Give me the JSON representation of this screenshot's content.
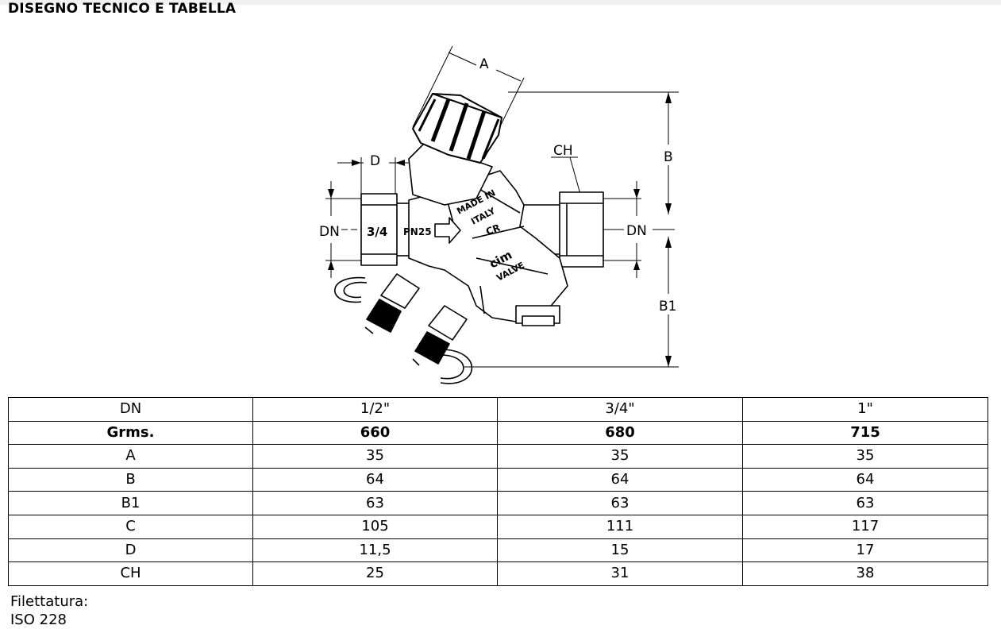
{
  "section_title": "DISEGNO TECNICO E TABELLA",
  "drawing": {
    "labels": {
      "a": "A",
      "b": "B",
      "b1": "B1",
      "d": "D",
      "ch": "CH",
      "dn_left": "DN",
      "dn_right": "DN",
      "size_mark": "3/4",
      "pressure_mark": "PN25",
      "made_in": "MADE IN",
      "italy": "ITALY",
      "logo_cr": "CR",
      "brand_cim": "cim",
      "brand_valve": "VALVE"
    }
  },
  "table": {
    "rows": [
      {
        "label": "DN",
        "values": [
          "1/2\"",
          "3/4\"",
          "1\""
        ],
        "bold": false
      },
      {
        "label": "Grms.",
        "values": [
          "660",
          "680",
          "715"
        ],
        "bold": true
      },
      {
        "label": "A",
        "values": [
          "35",
          "35",
          "35"
        ],
        "bold": false
      },
      {
        "label": "B",
        "values": [
          "64",
          "64",
          "64"
        ],
        "bold": false
      },
      {
        "label": "B1",
        "values": [
          "63",
          "63",
          "63"
        ],
        "bold": false
      },
      {
        "label": "C",
        "values": [
          "105",
          "111",
          "117"
        ],
        "bold": false
      },
      {
        "label": "D",
        "values": [
          "11,5",
          "15",
          "17"
        ],
        "bold": false
      },
      {
        "label": "CH",
        "values": [
          "25",
          "31",
          "38"
        ],
        "bold": false
      }
    ]
  },
  "note": {
    "line1": "Filettatura:",
    "line2": "ISO 228"
  }
}
